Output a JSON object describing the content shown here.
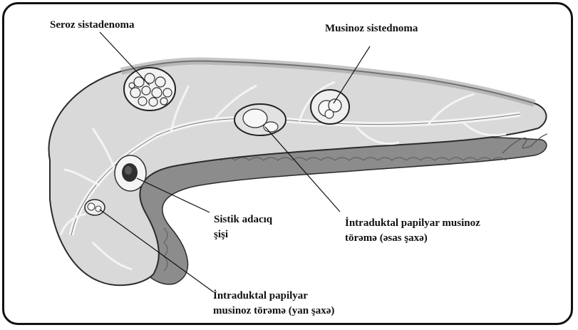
{
  "labels": {
    "serous": "Seroz sistadenoma",
    "mucinous": "Musinoz sistednoma",
    "islet_line1": "Sistik adacıq",
    "islet_line2": "şişi",
    "ipmn_main_line1": "İntraduktal papilyar musinoz",
    "ipmn_main_line2": "törəmə (əsas şaxə)",
    "ipmn_branch_line1": "İntraduktal papilyar",
    "ipmn_branch_line2": "musinoz törəmə (yan şaxə)"
  },
  "colors": {
    "frame": "#111111",
    "parenchyma_light": "#d9d9d9",
    "parenchyma_dark": "#8c8c8c",
    "duct": "#f4f4f4",
    "outline": "#2b2b2b"
  }
}
